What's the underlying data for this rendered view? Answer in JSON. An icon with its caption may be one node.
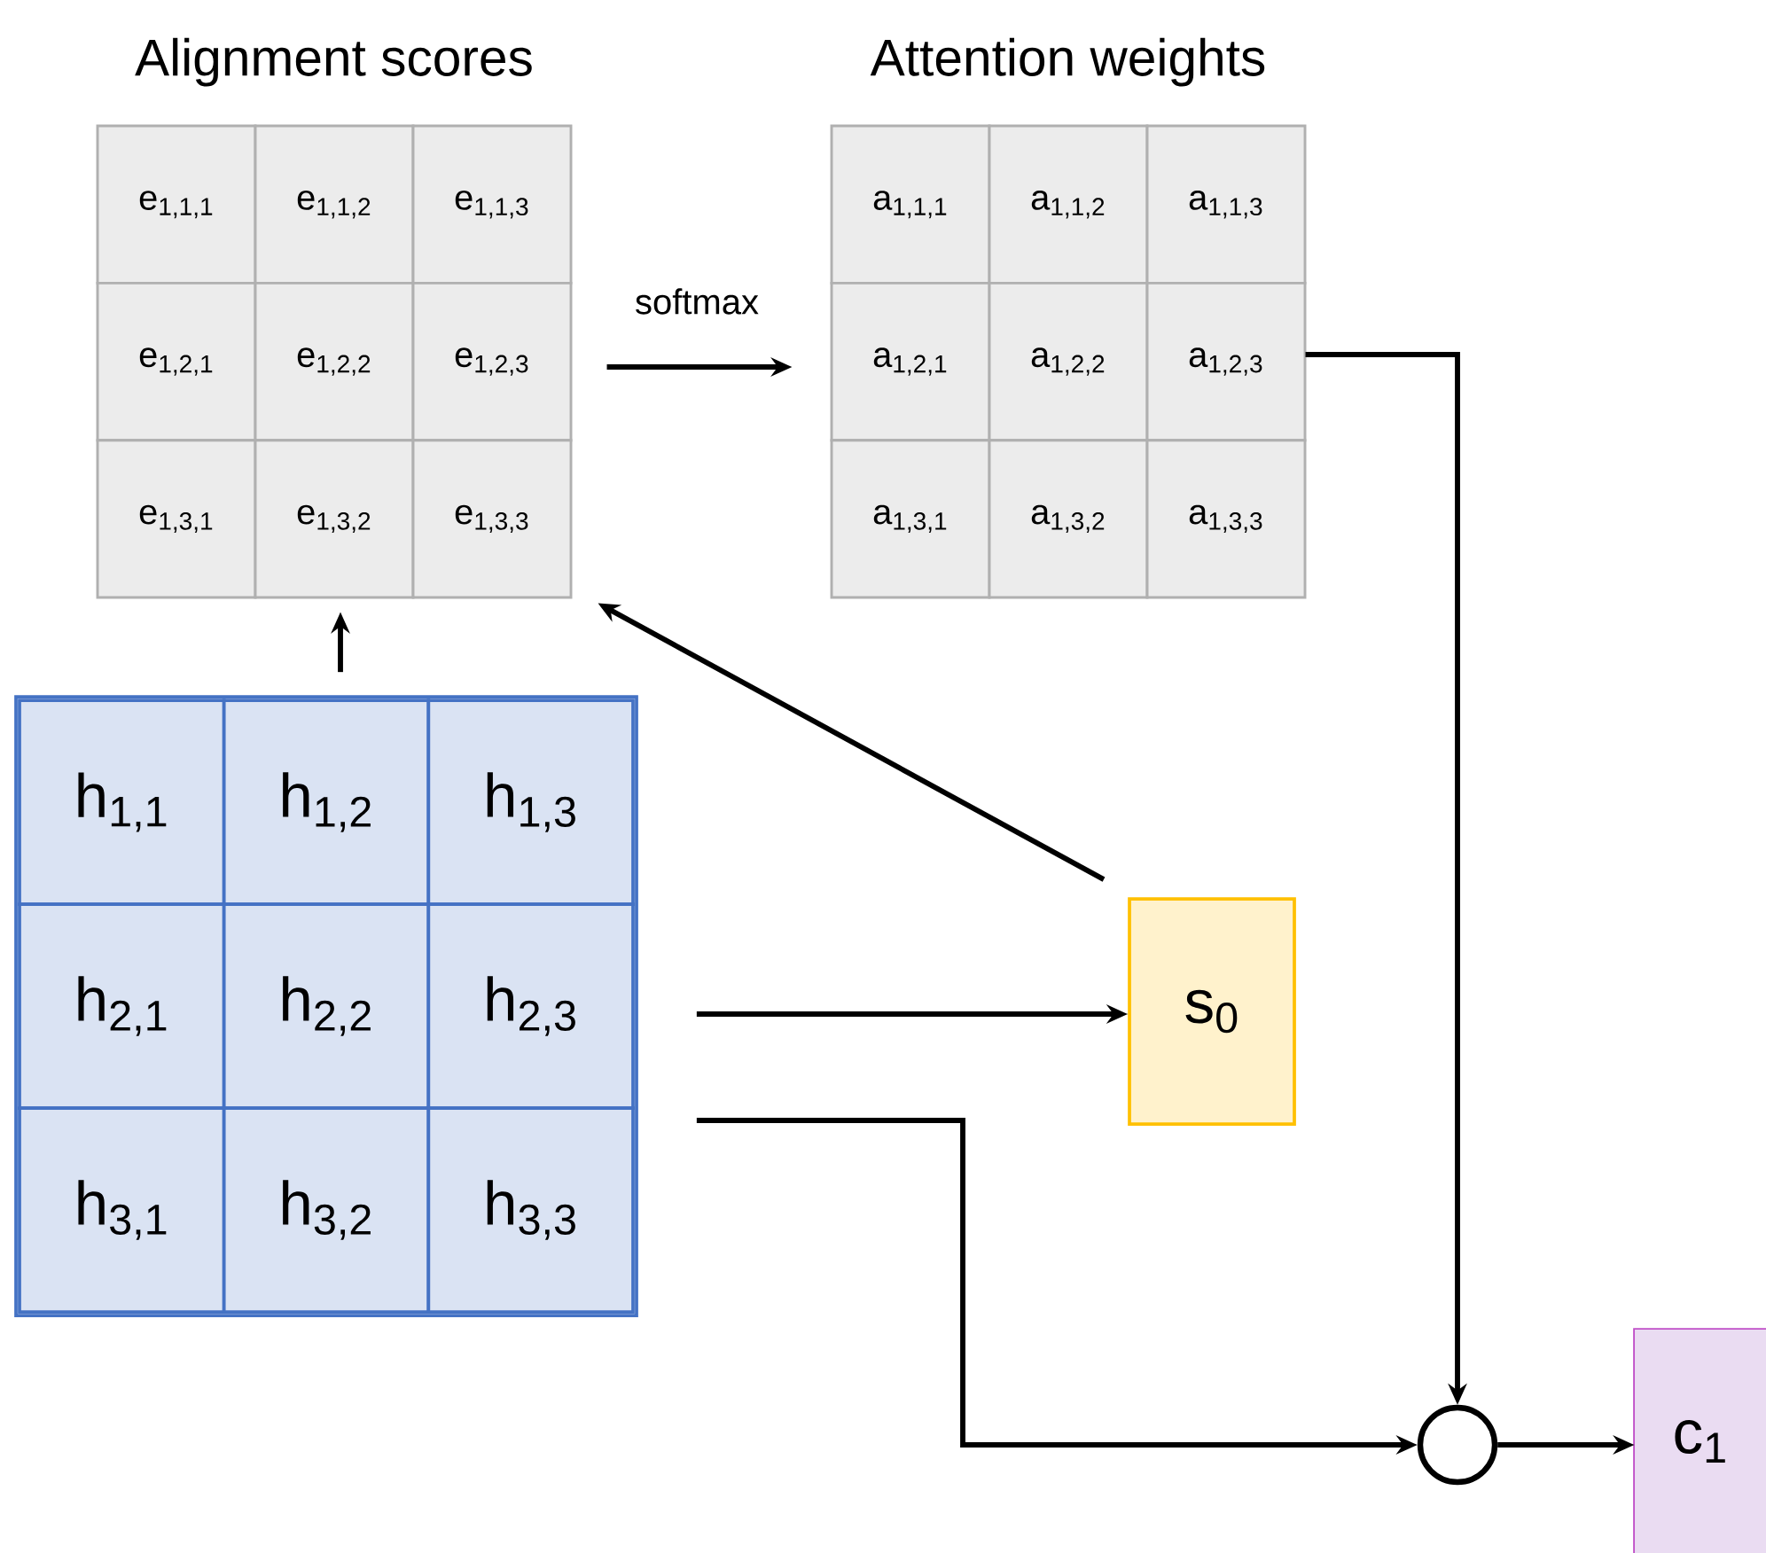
{
  "diagram": {
    "nodes": [
      {
        "text": [
          "Alignment scores"
        ]
      },
      {
        "text": [
          "e$_{1,1,1}$"
        ],
        "in": 0
      },
      {
        "text": [
          "e$_{1,1,2}$"
        ],
        "in": 0
      },
      {
        "text": [
          "e$_{1,1,3}$"
        ],
        "in": 0
      },
      {
        "text": [
          "e$_{1,2,1}$"
        ],
        "in": 0
      },
      {
        "text": [
          "e$_{1,2,2}$"
        ],
        "in": 0
      },
      {
        "text": [
          "e$_{1,2,3}$"
        ],
        "in": 0
      },
      {
        "text": [
          "e$_{1,3,1}$"
        ],
        "in": 0
      },
      {
        "text": [
          "e$_{1,3,2}$"
        ],
        "in": 0
      },
      {
        "text": [
          "e$_{1,3,3}$"
        ],
        "in": 0
      },
      {
        "text": [
          "Attention weights"
        ]
      },
      {
        "text": [
          "a$_{1,1,1}$"
        ],
        "in": 10
      },
      {
        "text": [
          "a$_{1,1,2}$"
        ],
        "in": 10
      },
      {
        "text": [
          "a$_{1,1,3}$"
        ],
        "in": 10
      },
      {
        "text": [
          "a$_{1,2,1}$"
        ],
        "in": 10
      },
      {
        "text": [
          "a$_{1,2,2}$"
        ],
        "in": 10
      },
      {
        "text": [
          "a$_{1,2,3}$"
        ],
        "in": 10
      },
      {
        "text": [
          "a$_{1,3,1}$"
        ],
        "in": 10
      },
      {
        "text": [
          "a$_{1,3,2}$"
        ],
        "in": 10
      },
      {
        "text": [
          "a$_{1,3,3}$"
        ],
        "in": 10
      },
      {
        "text": [],
        "shape": "box"
      },
      {
        "text": [
          "h$_{1,1}$"
        ],
        "in": 20
      },
      {
        "text": [
          "h$_{1,2}$"
        ],
        "in": 20
      },
      {
        "text": [
          "h$_{1,3}$"
        ],
        "in": 20
      },
      {
        "text": [
          "h$_{2,1}$"
        ],
        "in": 20
      },
      {
        "text": [
          "h$_{2,2}$"
        ],
        "in": 20
      },
      {
        "text": [
          "h$_{2,3}$"
        ],
        "in": 20
      },
      {
        "text": [
          "h$_{3,1}$"
        ],
        "in": 20
      },
      {
        "text": [
          "h$_{3,2}$"
        ],
        "in": 20
      },
      {
        "text": [
          "h$_{3,3}$"
        ],
        "in": 20
      },
      {
        "text": [
          "s$_{0}$"
        ]
      },
      {
        "text": [],
        "shape": "circle"
      },
      {
        "text": [
          "c$_{1}$"
        ]
      }
    ],
    "edges": [
      {
        "from": 0,
        "to": 10,
        "arrow": "to",
        "label": "softmax"
      },
      {
        "from": 20,
        "to": 0,
        "arrow": "to"
      },
      {
        "from": 30,
        "to": 0,
        "arrow": "to"
      },
      {
        "from": 20,
        "to": 30,
        "arrow": "to"
      },
      {
        "from": 20,
        "to": 31,
        "arrow": "to"
      },
      {
        "from": 10,
        "to": 31,
        "arrow": "to"
      },
      {
        "from": 31,
        "to": 32,
        "arrow": "to"
      }
    ]
  }
}
